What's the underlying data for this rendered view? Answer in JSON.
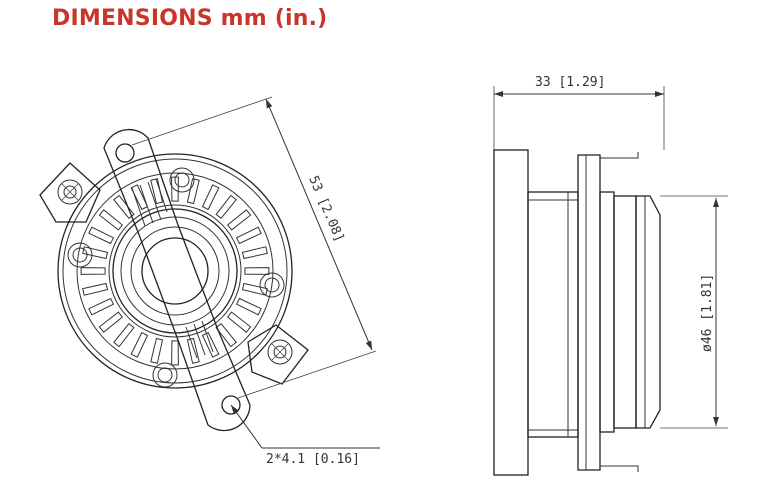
{
  "header": {
    "title": "DIMENSIONS",
    "unit": "mm (in.)"
  },
  "dimensions": {
    "diagonal": "53 [2.08]",
    "width": "33 [1.29]",
    "diameter": "ø46 [1.81]",
    "holes": "2*4.1 [0.16]"
  },
  "colors": {
    "title": "#c8362b",
    "line": "#333333"
  }
}
